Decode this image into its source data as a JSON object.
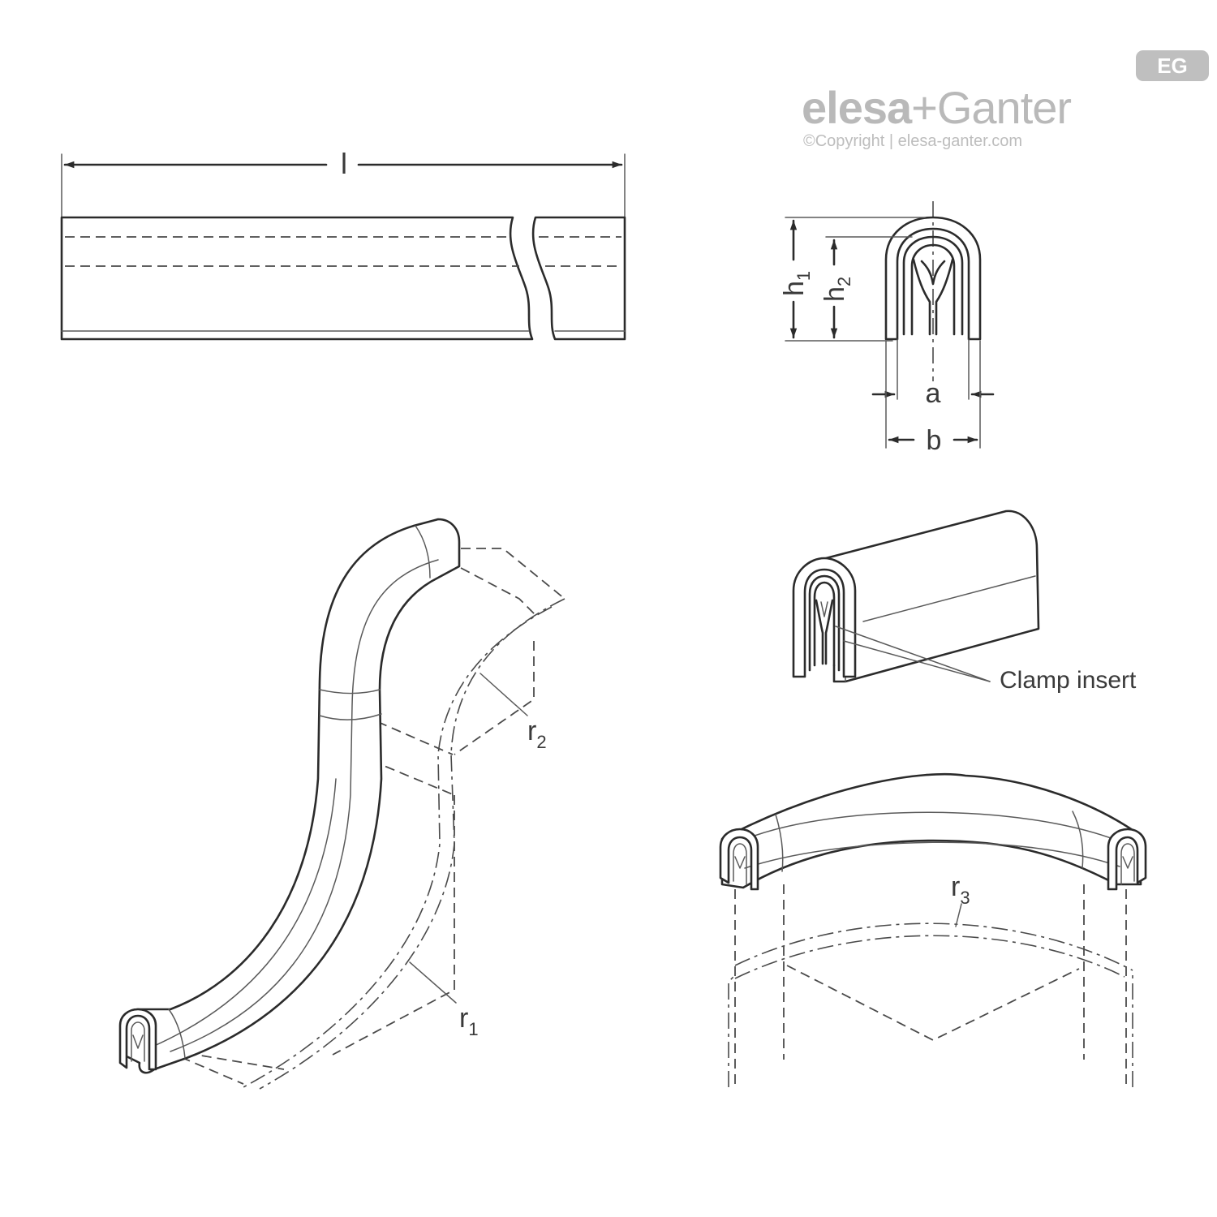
{
  "brand": {
    "badge": "EG",
    "name_part1": "elesa",
    "name_sep": "+",
    "name_part2": "Ganter",
    "copyright": "©Copyright | elesa-ganter.com",
    "color": "#b9b9b9"
  },
  "labels": {
    "length": "l",
    "h1_main": "h",
    "h1_sub": "1",
    "h2_main": "h",
    "h2_sub": "2",
    "a": "a",
    "b": "b",
    "clamp_insert": "Clamp insert",
    "r1_main": "r",
    "r1_sub": "1",
    "r2_main": "r",
    "r2_sub": "2",
    "r3_main": "r",
    "r3_sub": "3"
  }
}
